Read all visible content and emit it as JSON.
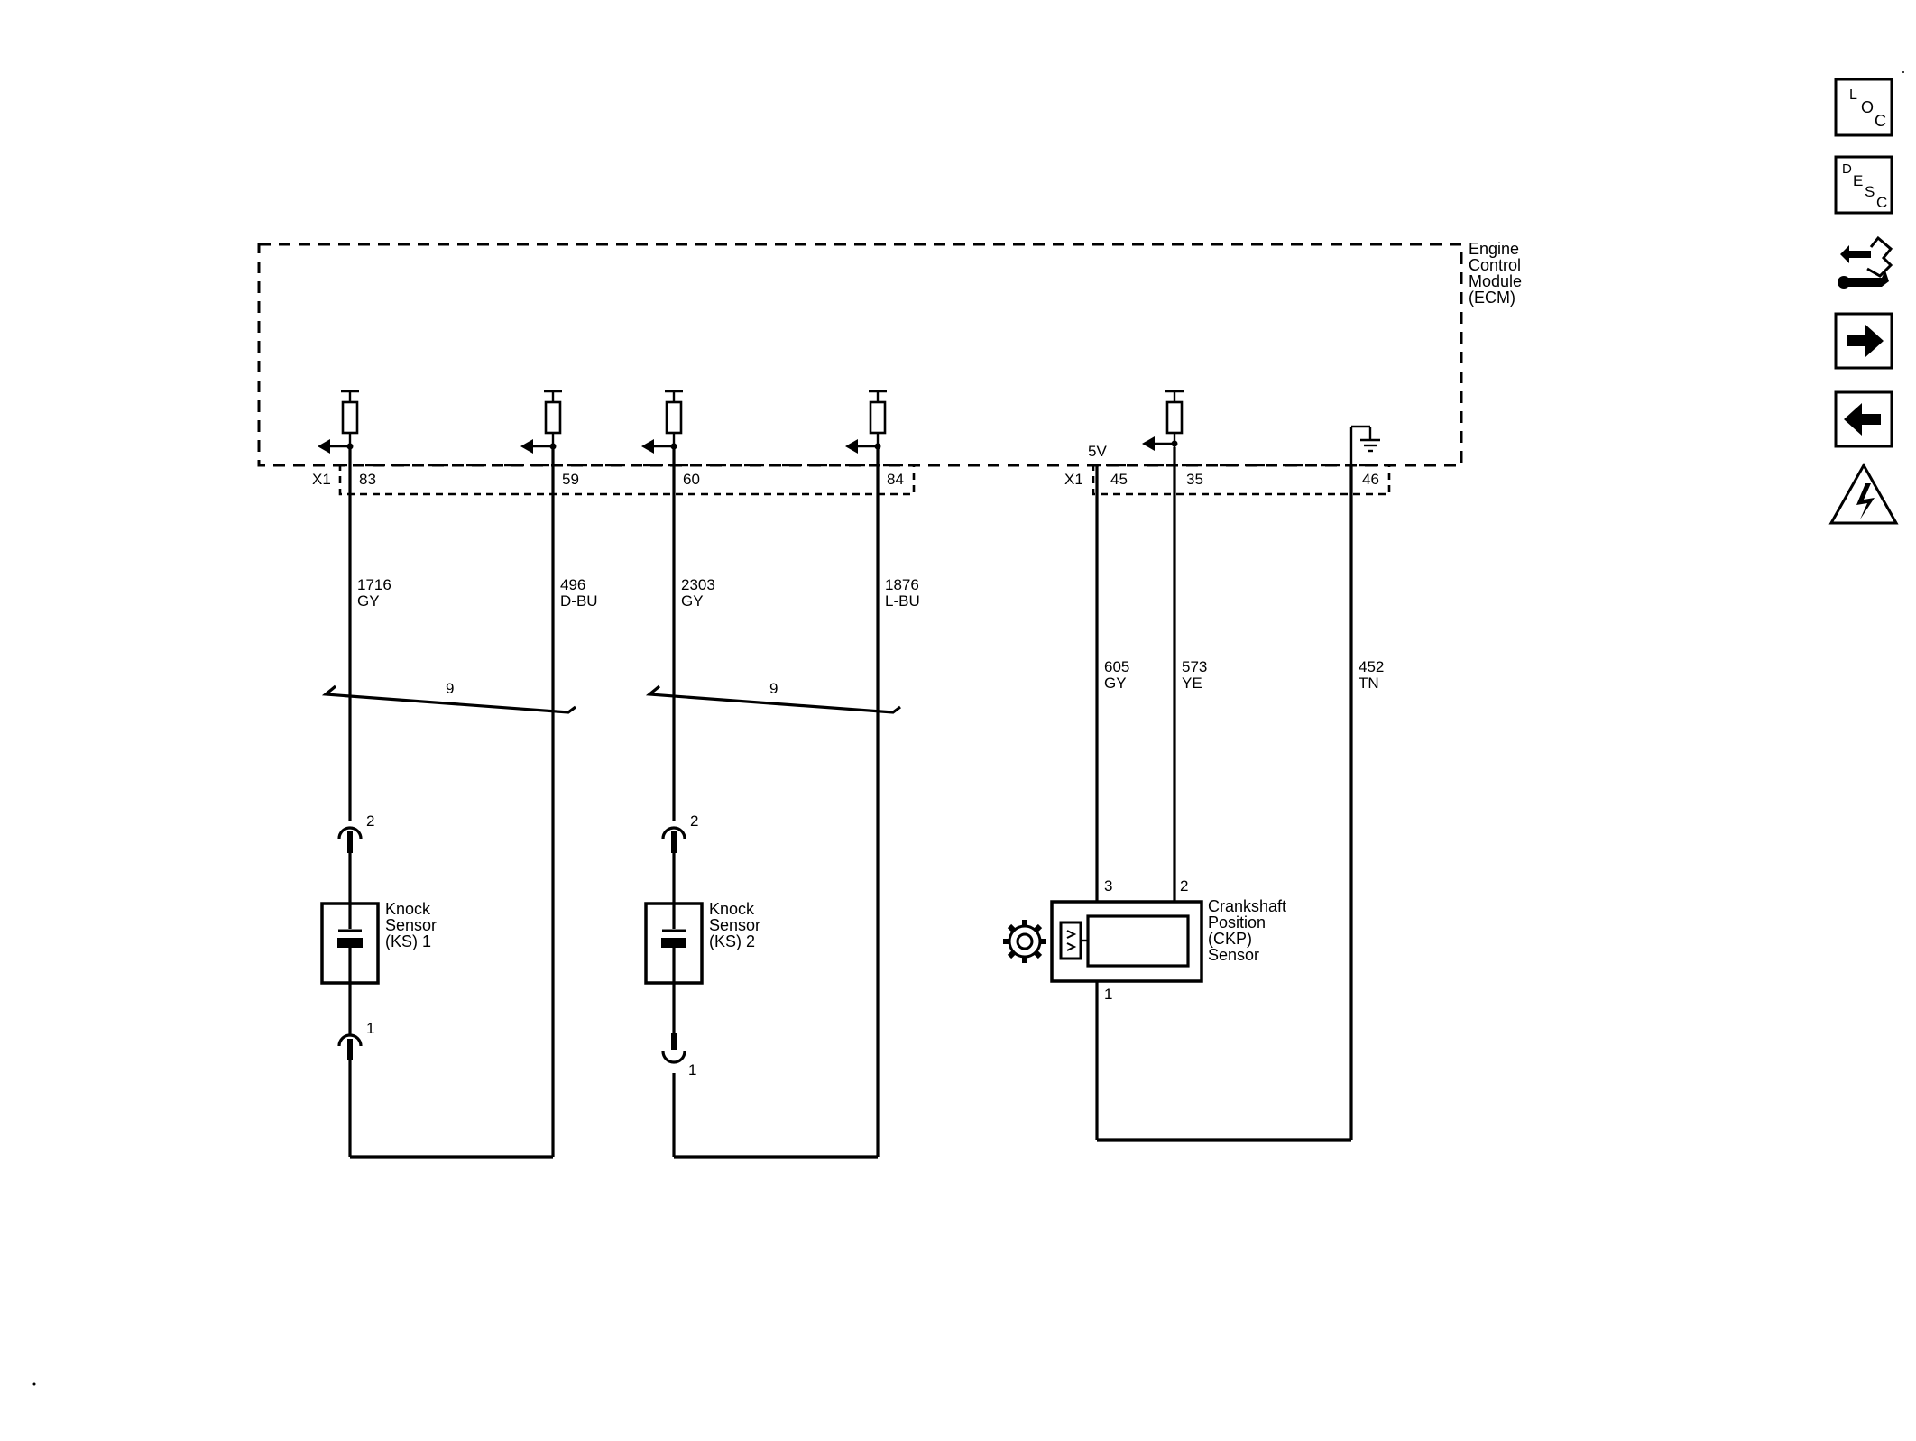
{
  "ecm": {
    "line1": "Engine",
    "line2": "Control",
    "line3": "Module",
    "line4": "(ECM)"
  },
  "connectors": {
    "left": "X1",
    "right": "X1"
  },
  "supply": "5V",
  "pins": {
    "p83": "83",
    "p59": "59",
    "p60": "60",
    "p84": "84",
    "p45": "45",
    "p35": "35",
    "p46": "46"
  },
  "wires": {
    "w1716": {
      "circuit": "1716",
      "color": "GY"
    },
    "w496": {
      "circuit": "496",
      "color": "D-BU"
    },
    "w2303": {
      "circuit": "2303",
      "color": "GY"
    },
    "w1876": {
      "circuit": "1876",
      "color": "L-BU"
    },
    "w605": {
      "circuit": "605",
      "color": "GY"
    },
    "w573": {
      "circuit": "573",
      "color": "YE"
    },
    "w452": {
      "circuit": "452",
      "color": "TN"
    }
  },
  "twist": {
    "left": "9",
    "right": "9"
  },
  "ks1": {
    "line1": "Knock",
    "line2": "Sensor",
    "line3": "(KS) 1",
    "pin_top": "2",
    "pin_bottom": "1"
  },
  "ks2": {
    "line1": "Knock",
    "line2": "Sensor",
    "line3": "(KS) 2",
    "pin_top": "2",
    "pin_bottom": "1"
  },
  "ckp": {
    "line1": "Crankshaft",
    "line2": "Position",
    "line3": "(CKP)",
    "line4": "Sensor",
    "pin3": "3",
    "pin2": "2",
    "pin1": "1"
  },
  "nav": {
    "loc": {
      "l1": "L",
      "l2": "O",
      "l3": "C"
    },
    "desc": {
      "l1": "D",
      "l2": "E",
      "l3": "S",
      "l4": "C"
    },
    "icons": [
      "connector-swap-icon",
      "arrow-right-icon",
      "arrow-left-icon",
      "warning-triangle-icon"
    ]
  }
}
